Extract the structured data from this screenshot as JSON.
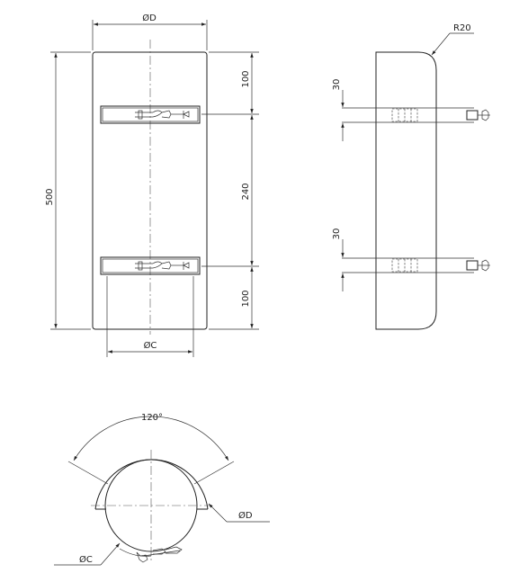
{
  "labels": {
    "front_width": "ØD",
    "front_height": "500",
    "front_top": "100",
    "front_mid": "240",
    "front_bottom": "100",
    "front_inner": "ØC",
    "side_radius": "R20",
    "side_band_top": "30",
    "side_band_bottom": "30",
    "top_angle": "120°",
    "top_outer": "ØD",
    "top_inner": "ØC"
  }
}
